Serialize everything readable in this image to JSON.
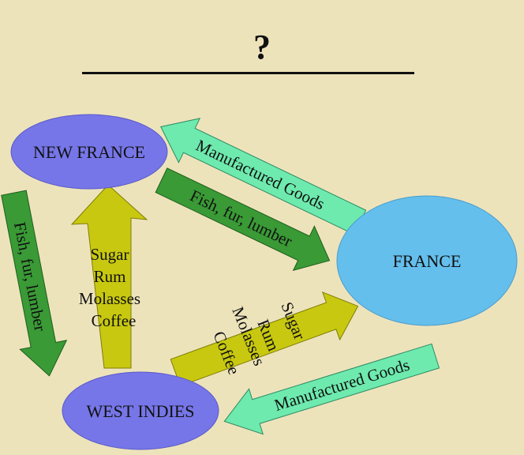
{
  "title": "?",
  "nodes": {
    "new_france": "NEW FRANCE",
    "france": "FRANCE",
    "west_indies": "WEST INDIES"
  },
  "flows": {
    "france_to_new_france": "Manufactured Goods",
    "new_france_to_france": "Fish, fur, lumber",
    "new_france_to_west_indies": "Fish, fur, lumber",
    "west_indies_to_new_france": [
      "Sugar",
      "Rum",
      "Molasses",
      "Coffee"
    ],
    "west_indies_to_france": [
      "Sugar",
      "Rum",
      "Molasses",
      "Coffee"
    ],
    "france_to_west_indies": "Manufactured Goods"
  },
  "colors": {
    "background": "#ede3bb",
    "new_france_fill": "#7676e8",
    "west_indies_fill": "#7676e8",
    "france_fill": "#64bfec",
    "manufactured_goods_arrow": "#6eeaae",
    "fish_fur_lumber_arrow": "#3a9a36",
    "sugar_rum_arrow": "#c8c810"
  }
}
